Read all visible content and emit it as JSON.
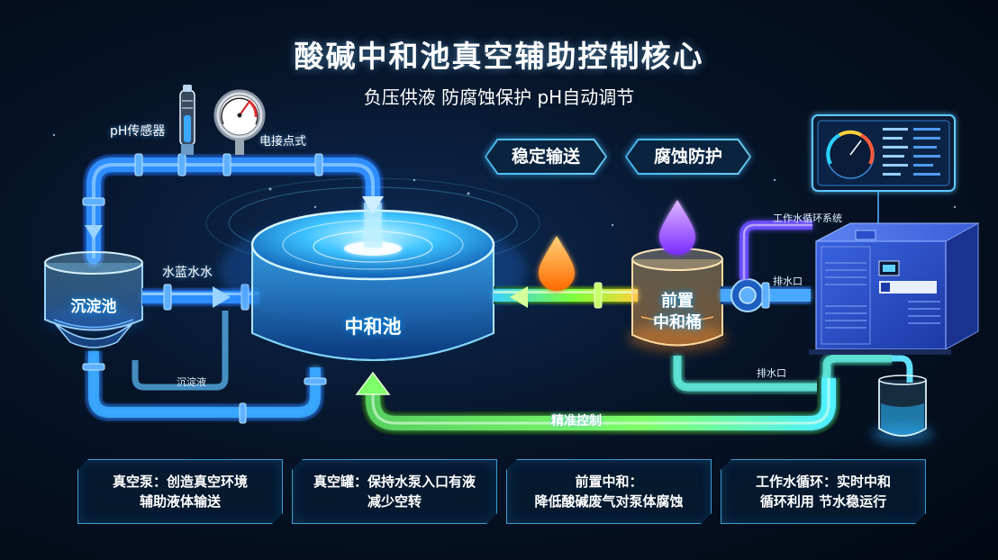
{
  "header": {
    "title": "酸碱中和池真空辅助控制核心",
    "subtitle": "负压供液 防腐蚀保护 pH自动调节"
  },
  "labels": {
    "ph_sensor": "pH传感器",
    "contact_point": "电接点式",
    "blue_water": "水蓝水水",
    "overflow": "沉淀液",
    "work_cycle_system": "工作水循环系统",
    "drain_1": "排水口",
    "drain_2": "排水口",
    "precise_control": "精准控制"
  },
  "tanks": {
    "settling": "沉淀池",
    "neutralization": "中和池",
    "pre_line1": "前置",
    "pre_line2": "中和桶"
  },
  "tags": {
    "stable_delivery": "稳定输送",
    "corrosion_protection": "腐蚀防护"
  },
  "cards": [
    {
      "line1": "真空泵：创造真空环境",
      "line2": "辅助液体输送"
    },
    {
      "line1": "真空罐：保持水泵入口有液",
      "line2": "减少空转"
    },
    {
      "line1": "前置中和：",
      "line2": "降低酸碱废气对泵体腐蚀"
    },
    {
      "line1": "工作水循环：实时中和",
      "line2": "循环利用 节水稳运行"
    }
  ],
  "colors": {
    "pipe_blue": "#2f8dff",
    "pipe_cyan": "#5fe0ff",
    "pipe_green": "#7dff6a",
    "pipe_purple": "#8a6bff",
    "orange_drop": "#ff8a1a",
    "purple_drop": "#9a55ff",
    "unit_blue": "#2a4fc8"
  }
}
